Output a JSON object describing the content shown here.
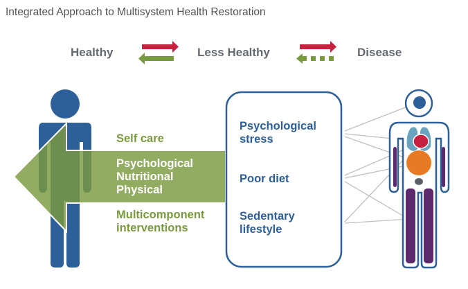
{
  "title": "Integrated Approach to Multisystem Health Restoration",
  "states": {
    "healthy": "Healthy",
    "less_healthy": "Less Healthy",
    "disease": "Disease"
  },
  "interventions": {
    "self_care": "Self care",
    "types": [
      "Psychological",
      "Nutritional",
      "Physical"
    ],
    "multicomponent": [
      "Multicomponent",
      "interventions"
    ]
  },
  "risk_factors": [
    [
      "Psychological",
      "stress"
    ],
    [
      "Poor diet"
    ],
    [
      "Sedentary",
      "lifestyle"
    ]
  ],
  "colors": {
    "blue": "#2d5f98",
    "green": "#7a9a3f",
    "red": "#c8203f",
    "orange": "#e87a24",
    "purple": "#5e2a6e",
    "lung": "#6aa3bd",
    "gray": "#5c6168"
  }
}
